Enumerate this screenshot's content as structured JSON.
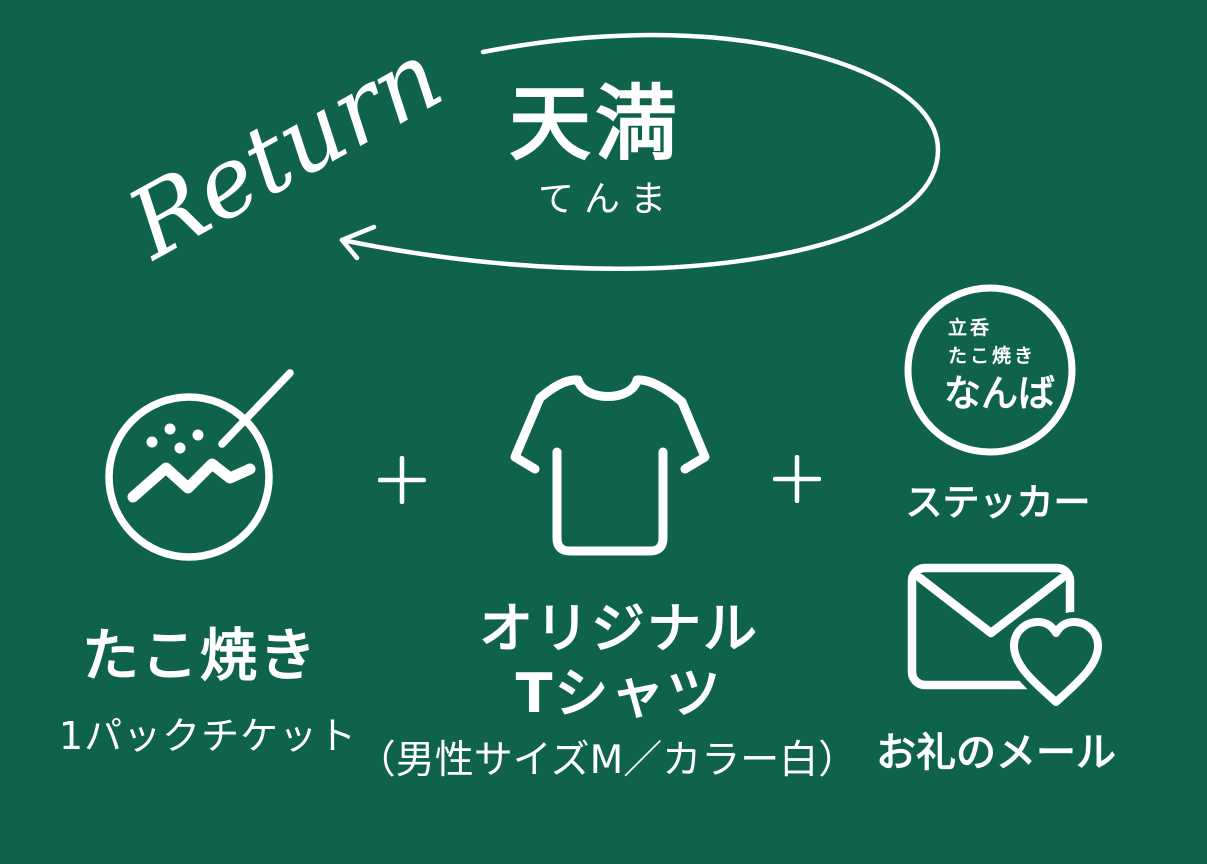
{
  "colors": {
    "background": "#0f634c",
    "foreground": "#ffffff"
  },
  "header": {
    "script_label": "Return",
    "title": "天満",
    "reading": "てんま"
  },
  "icons": {
    "takoyaki": "takoyaki-icon",
    "plus": "plus-icon",
    "tshirt": "tshirt-icon",
    "namba_logo": "namba-logo-badge",
    "mail_heart": "mail-heart-icon",
    "cycle_arrow": "return-cycle-arrow"
  },
  "namba_logo": {
    "line1": "立呑",
    "line2": "たこ焼き",
    "line3": "なんば"
  },
  "items": {
    "takoyaki": {
      "title": "たこ焼き",
      "subtitle": "1パックチケット"
    },
    "tshirt": {
      "title_line1": "オリジナル",
      "title_line2": "Tシャツ",
      "subtitle": "（男性サイズM／カラー白）"
    },
    "sticker": {
      "label": "ステッカー"
    },
    "mail": {
      "label": "お礼のメール"
    }
  }
}
